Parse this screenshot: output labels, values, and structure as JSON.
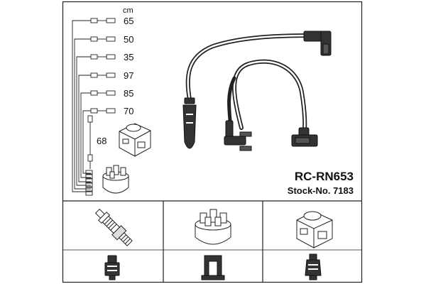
{
  "unit_label": "cm",
  "lengths": [
    "65",
    "50",
    "35",
    "97",
    "85",
    "70"
  ],
  "coil_lead_length": "68",
  "product": {
    "model": "RC-RN653",
    "stock_label": "Stock-No. 7183"
  },
  "colors": {
    "line": "#222222",
    "background": "#ffffff"
  },
  "icons": [
    "spark-plug-icon",
    "distributor-cap-icon",
    "ignition-coil-icon",
    "plug-connector-icon",
    "cap-connector-icon",
    "coil-connector-icon"
  ]
}
